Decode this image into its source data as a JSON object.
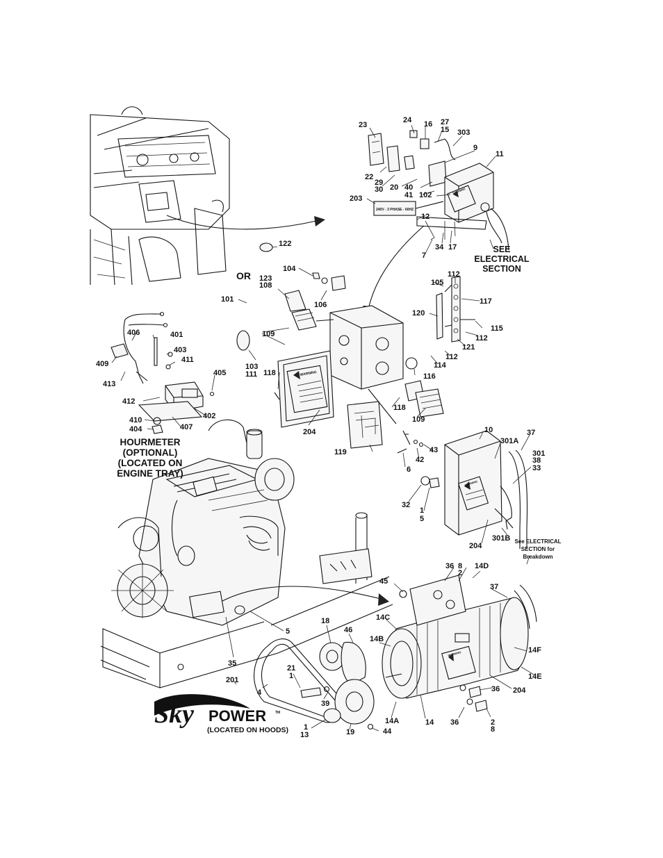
{
  "diagram": {
    "labels": [
      {
        "id": "l23",
        "text": "23"
      },
      {
        "id": "l24",
        "text": "24"
      },
      {
        "id": "l16",
        "text": "16"
      },
      {
        "id": "l27",
        "text": "27"
      },
      {
        "id": "l15a",
        "text": "15"
      },
      {
        "id": "l303",
        "text": "303"
      },
      {
        "id": "l9",
        "text": "9"
      },
      {
        "id": "l11",
        "text": "11"
      },
      {
        "id": "l22",
        "text": "22"
      },
      {
        "id": "l29",
        "text": "29"
      },
      {
        "id": "l30",
        "text": "30"
      },
      {
        "id": "l20",
        "text": "20"
      },
      {
        "id": "l40",
        "text": "40"
      },
      {
        "id": "l41",
        "text": "41"
      },
      {
        "id": "l102",
        "text": "102"
      },
      {
        "id": "l203",
        "text": "203"
      },
      {
        "id": "l12",
        "text": "12"
      },
      {
        "id": "l34",
        "text": "34"
      },
      {
        "id": "l17",
        "text": "17"
      },
      {
        "id": "l7",
        "text": "7"
      },
      {
        "id": "l122",
        "text": "122"
      },
      {
        "id": "l104",
        "text": "104"
      },
      {
        "id": "l123",
        "text": "123"
      },
      {
        "id": "l108",
        "text": "108"
      },
      {
        "id": "l106",
        "text": "106"
      },
      {
        "id": "l101",
        "text": "101"
      },
      {
        "id": "l105",
        "text": "105"
      },
      {
        "id": "l112a",
        "text": "112"
      },
      {
        "id": "l117",
        "text": "117"
      },
      {
        "id": "l120",
        "text": "120"
      },
      {
        "id": "l115",
        "text": "115"
      },
      {
        "id": "l112b",
        "text": "112"
      },
      {
        "id": "l121",
        "text": "121"
      },
      {
        "id": "l112c",
        "text": "112"
      },
      {
        "id": "l114",
        "text": "114"
      },
      {
        "id": "l109a",
        "text": "109"
      },
      {
        "id": "l103",
        "text": "103"
      },
      {
        "id": "l111",
        "text": "111"
      },
      {
        "id": "l118a",
        "text": "118"
      },
      {
        "id": "l116",
        "text": "116"
      },
      {
        "id": "l118b",
        "text": "118"
      },
      {
        "id": "l109b",
        "text": "109"
      },
      {
        "id": "l204a",
        "text": "204"
      },
      {
        "id": "l119",
        "text": "119"
      },
      {
        "id": "l43",
        "text": "43"
      },
      {
        "id": "l42",
        "text": "42"
      },
      {
        "id": "l6",
        "text": "6"
      },
      {
        "id": "l406",
        "text": "406"
      },
      {
        "id": "l401",
        "text": "401"
      },
      {
        "id": "l403",
        "text": "403"
      },
      {
        "id": "l411",
        "text": "411"
      },
      {
        "id": "l409",
        "text": "409"
      },
      {
        "id": "l413",
        "text": "413"
      },
      {
        "id": "l405",
        "text": "405"
      },
      {
        "id": "l412",
        "text": "412"
      },
      {
        "id": "l402",
        "text": "402"
      },
      {
        "id": "l410",
        "text": "410"
      },
      {
        "id": "l404",
        "text": "404"
      },
      {
        "id": "l407",
        "text": "407"
      },
      {
        "id": "l10",
        "text": "10"
      },
      {
        "id": "l301A",
        "text": "301A"
      },
      {
        "id": "l37a",
        "text": "37"
      },
      {
        "id": "l301",
        "text": "301"
      },
      {
        "id": "l38",
        "text": "38"
      },
      {
        "id": "l33",
        "text": "33"
      },
      {
        "id": "l32",
        "text": "32"
      },
      {
        "id": "l1a",
        "text": "1"
      },
      {
        "id": "l5a",
        "text": "5"
      },
      {
        "id": "l204b",
        "text": "204"
      },
      {
        "id": "l301B",
        "text": "301B"
      },
      {
        "id": "l45",
        "text": "45"
      },
      {
        "id": "l36a",
        "text": "36"
      },
      {
        "id": "l8a",
        "text": "8"
      },
      {
        "id": "l2a",
        "text": "2"
      },
      {
        "id": "l14D",
        "text": "14D"
      },
      {
        "id": "l37b",
        "text": "37"
      },
      {
        "id": "l14C",
        "text": "14C"
      },
      {
        "id": "l5b",
        "text": "5"
      },
      {
        "id": "l18",
        "text": "18"
      },
      {
        "id": "l46",
        "text": "46"
      },
      {
        "id": "l14B",
        "text": "14B"
      },
      {
        "id": "l14F",
        "text": "14F"
      },
      {
        "id": "l35",
        "text": "35"
      },
      {
        "id": "l21",
        "text": "21"
      },
      {
        "id": "l1b",
        "text": "1"
      },
      {
        "id": "l201",
        "text": "201"
      },
      {
        "id": "l4",
        "text": "4"
      },
      {
        "id": "l14E",
        "text": "14E"
      },
      {
        "id": "l204c",
        "text": "204"
      },
      {
        "id": "l36b",
        "text": "36"
      },
      {
        "id": "l39",
        "text": "39"
      },
      {
        "id": "l14A",
        "text": "14A"
      },
      {
        "id": "l14",
        "text": "14"
      },
      {
        "id": "l36c",
        "text": "36"
      },
      {
        "id": "l2b",
        "text": "2"
      },
      {
        "id": "l8b",
        "text": "8"
      },
      {
        "id": "l1c",
        "text": "1"
      },
      {
        "id": "l13",
        "text": "13"
      },
      {
        "id": "l19",
        "text": "19"
      },
      {
        "id": "l44",
        "text": "44"
      }
    ],
    "or_text": "OR",
    "see_electrical": [
      "SEE",
      "ELECTRICAL",
      "SECTION"
    ],
    "see_electrical_small": [
      "See ELECTRICAL",
      "SECTION for",
      "Breakdown"
    ],
    "hourmeter_note": [
      "HOURMETER",
      "(OPTIONAL)",
      "(LOCATED ON",
      "ENGINE TRAY)"
    ],
    "voltage_decal": "240V - 3 PHASE - 60HZ",
    "warning_text": "WARNING",
    "logo": {
      "sky": "Sky",
      "power": "POWER",
      "tm": "TM",
      "note": "(LOCATED ON HOODS)"
    }
  }
}
